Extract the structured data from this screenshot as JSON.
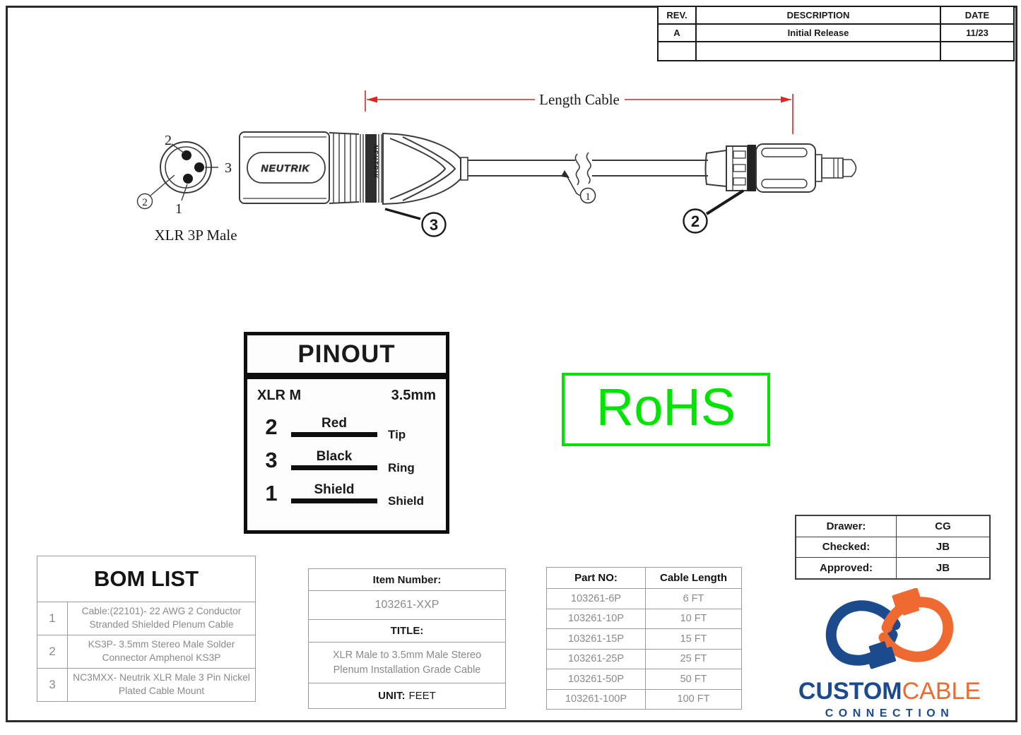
{
  "revision_table": {
    "headers": [
      "REV.",
      "DESCRIPTION",
      "DATE"
    ],
    "rows": [
      {
        "rev": "A",
        "description": "Initial Release",
        "date": "11/23"
      },
      {
        "rev": "",
        "description": "",
        "date": ""
      }
    ]
  },
  "diagram": {
    "length_label": "Length Cable",
    "connector_caption": "XLR 3P Male",
    "brand": "NEUTRIK",
    "pin2": "2",
    "pin3": "3",
    "pin1": "1",
    "callout_shell": "2",
    "callout_cable": "1",
    "callout_xlr_boot": "3",
    "callout_plug": "2"
  },
  "pinout": {
    "title": "PINOUT",
    "left_header": "XLR M",
    "right_header": "3.5mm",
    "rows": [
      {
        "pin": "2",
        "wire": "Red",
        "dest": "Tip"
      },
      {
        "pin": "3",
        "wire": "Black",
        "dest": "Ring"
      },
      {
        "pin": "1",
        "wire": "Shield",
        "dest": "Shield"
      }
    ]
  },
  "rohs": {
    "label": "RoHS"
  },
  "bom": {
    "title": "BOM LIST",
    "items": [
      {
        "no": "1",
        "desc": "Cable:(22101)- 22 AWG 2 Conductor Stranded Shielded Plenum Cable"
      },
      {
        "no": "2",
        "desc": "KS3P- 3.5mm Stereo Male Solder Connector Amphenol KS3P"
      },
      {
        "no": "3",
        "desc": "NC3MXX- Neutrik XLR Male 3 Pin Nickel Plated Cable Mount"
      }
    ]
  },
  "item_info": {
    "item_number_label": "Item Number:",
    "item_number": "103261-XXP",
    "title_label": "TITLE:",
    "title": "XLR Male to 3.5mm Male Stereo Plenum Installation Grade Cable",
    "unit_label": "UNIT:",
    "unit_value": "FEET"
  },
  "parts": {
    "headers": [
      "Part NO:",
      "Cable Length"
    ],
    "rows": [
      {
        "part": "103261-6P",
        "length": "6 FT"
      },
      {
        "part": "103261-10P",
        "length": "10 FT"
      },
      {
        "part": "103261-15P",
        "length": "15 FT"
      },
      {
        "part": "103261-25P",
        "length": "25 FT"
      },
      {
        "part": "103261-50P",
        "length": "50 FT"
      },
      {
        "part": "103261-100P",
        "length": "100 FT"
      }
    ]
  },
  "approvals": {
    "rows": [
      {
        "label": "Drawer:",
        "value": "CG"
      },
      {
        "label": "Checked:",
        "value": "JB"
      },
      {
        "label": "Approved:",
        "value": "JB"
      }
    ]
  },
  "logo": {
    "word1": "CUSTOM",
    "word2": "CABLE",
    "subtitle": "CONNECTION"
  },
  "colors": {
    "dimension_red": "#e02420",
    "rohs_green": "#00e400",
    "logo_blue": "#1b4b8c",
    "logo_orange": "#ee6a31"
  }
}
